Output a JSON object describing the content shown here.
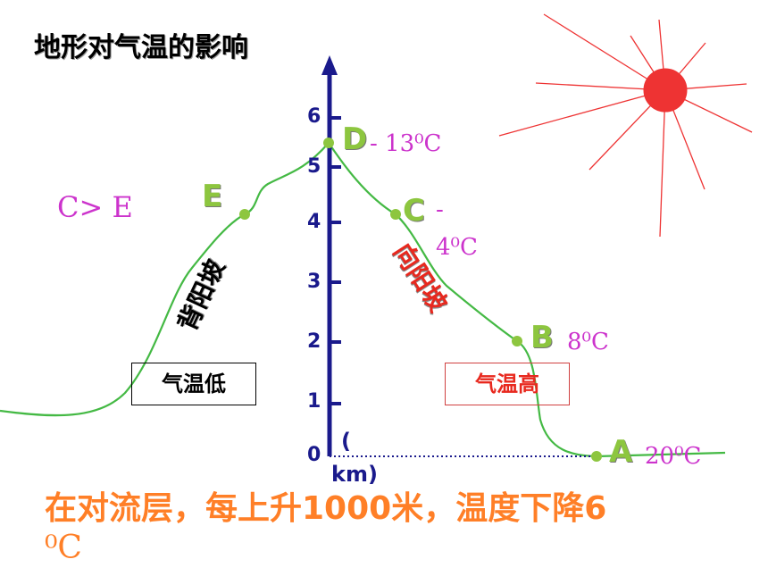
{
  "title": "地形对气温的影响",
  "comparison": "C> E",
  "slopes": {
    "leeward": "背阳坡",
    "sunny": "向阳坡"
  },
  "boxes": {
    "low": "气温低",
    "high": "气温高"
  },
  "axis": {
    "ticks": [
      "0",
      "1",
      "2",
      "3",
      "4",
      "5",
      "6"
    ],
    "unit_open": "(",
    "unit": "km)"
  },
  "points": {
    "A": {
      "label": "A",
      "temp": "20⁰C"
    },
    "B": {
      "label": "B",
      "temp": "8⁰C"
    },
    "C": {
      "label": "C",
      "temp_line1": "-",
      "temp_line2": "4⁰C"
    },
    "D": {
      "label": "D",
      "temp": "- 13⁰C"
    },
    "E": {
      "label": "E"
    }
  },
  "note": {
    "text": "在对流层，每上升1000米，温度下降6",
    "unit": "⁰C"
  },
  "colors": {
    "curve": "#44b944",
    "axis": "#1a1a8c",
    "sun": "#ee3333",
    "rays": "#ee3333",
    "points": "#8dc63f",
    "temps": "#cc33cc",
    "note": "#ff7f27"
  }
}
